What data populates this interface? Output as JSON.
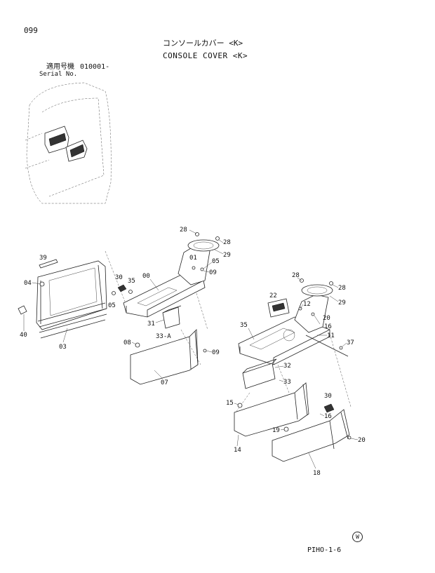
{
  "header": {
    "page_number": "099",
    "title_jp": "コンソールカバー <K>",
    "title_en": "CONSOLE COVER <K>",
    "serial_label_jp": "適用号機",
    "serial_label_en": "Serial No.",
    "serial_value": "010001-"
  },
  "footer": {
    "reference": "PIHO-1-6",
    "mark": "W"
  },
  "callouts": {
    "left": [
      "39",
      "04",
      "40",
      "03",
      "30",
      "35",
      "05",
      "00",
      "31",
      "33-A",
      "08",
      "07",
      "09",
      "28",
      "28",
      "29",
      "01",
      "05",
      "09"
    ],
    "right": [
      "28",
      "28",
      "29",
      "22",
      "12",
      "16",
      "20",
      "11",
      "35",
      "37",
      "32",
      "33",
      "15",
      "30",
      "16",
      "14",
      "19",
      "20",
      "18"
    ]
  }
}
